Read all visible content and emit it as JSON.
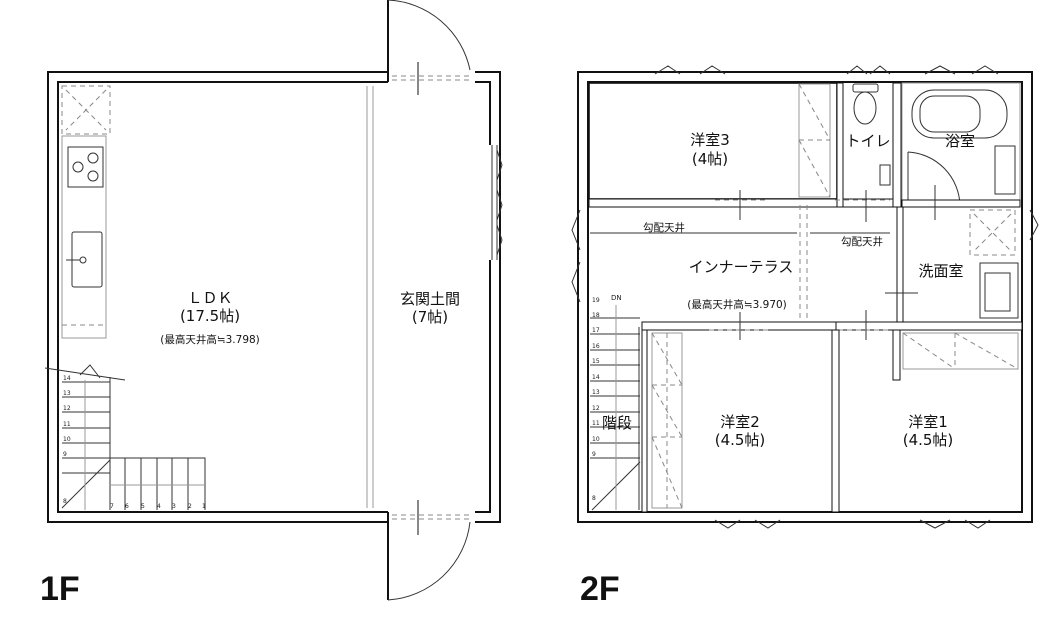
{
  "floor1": {
    "floor_label": "1F",
    "ldk_name": "ＬＤＫ",
    "ldk_area": "(17.5帖)",
    "ldk_ceiling": "(最高天井高≒3.798)",
    "entrance_name": "玄関土間",
    "entrance_area": "(7帖)",
    "stair_numbers": [
      "14",
      "13",
      "12",
      "11",
      "10",
      "9",
      "8",
      "7",
      "6",
      "5",
      "4",
      "3",
      "2",
      "1"
    ]
  },
  "floor2": {
    "floor_label": "2F",
    "room3_name": "洋室3",
    "room3_area": "(4帖)",
    "toilet_name": "トイレ",
    "bath_name": "浴室",
    "washroom_name": "洗面室",
    "terrace_name": "インナーテラス",
    "terrace_ceiling": "(最高天井高≒3.970)",
    "sloped_ceiling_left": "勾配天井",
    "sloped_ceiling_right": "勾配天井",
    "stairs_name": "階段",
    "stairs_dn": "DN",
    "room2_name": "洋室2",
    "room2_area": "(4.5帖)",
    "room1_name": "洋室1",
    "room1_area": "(4.5帖)",
    "stair_numbers": [
      "19",
      "18",
      "17",
      "16",
      "15",
      "14",
      "13",
      "12",
      "11",
      "10",
      "9",
      "8"
    ]
  }
}
